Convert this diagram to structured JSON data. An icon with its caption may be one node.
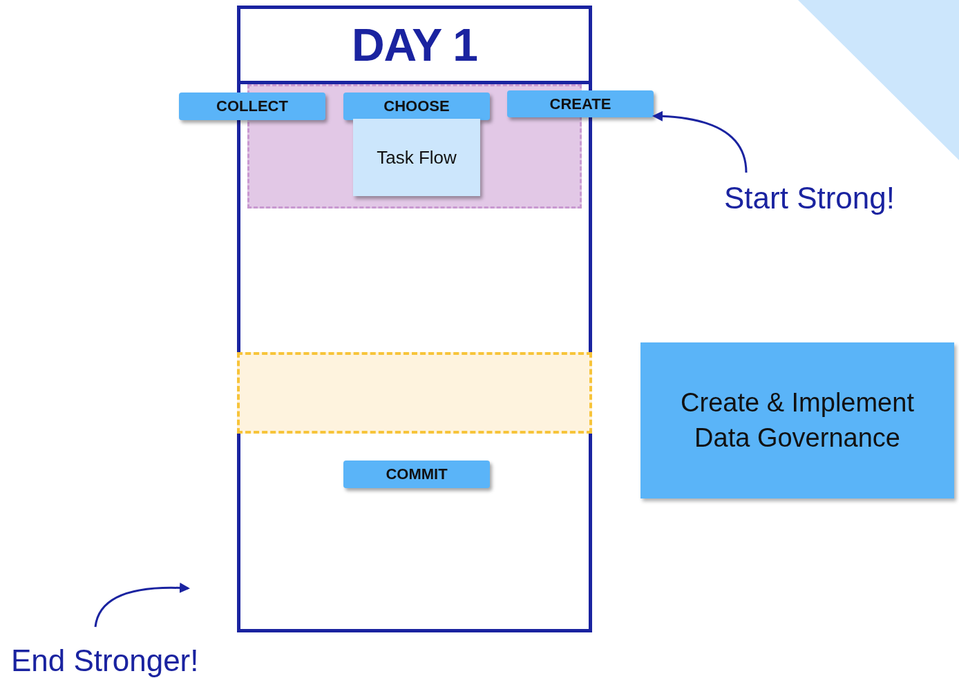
{
  "diagram": {
    "nodes": [
      {
        "text": [
          "DAY 1"
        ]
      },
      {
        "text": [],
        "shape": "box",
        "in": 0
      },
      {
        "text": [
          "COLLECT"
        ]
      },
      {
        "text": [
          "CHOOSE"
        ],
        "in": 1
      },
      {
        "text": [
          "CREATE"
        ]
      },
      {
        "text": [
          "Task Flow"
        ],
        "in": 1
      },
      {
        "text": [],
        "shape": "box",
        "in": 0
      },
      {
        "text": [
          "COMMIT"
        ],
        "in": 0
      },
      {
        "text": [
          "Create & Implement Data Governance"
        ]
      },
      {
        "text": [
          "Start Strong!"
        ]
      },
      {
        "text": [
          "End Stronger!"
        ]
      }
    ],
    "edges": [
      {
        "from": 9,
        "to": 4,
        "arrow": "to"
      },
      {
        "from": 10,
        "to": null,
        "arrow": "to"
      }
    ]
  }
}
